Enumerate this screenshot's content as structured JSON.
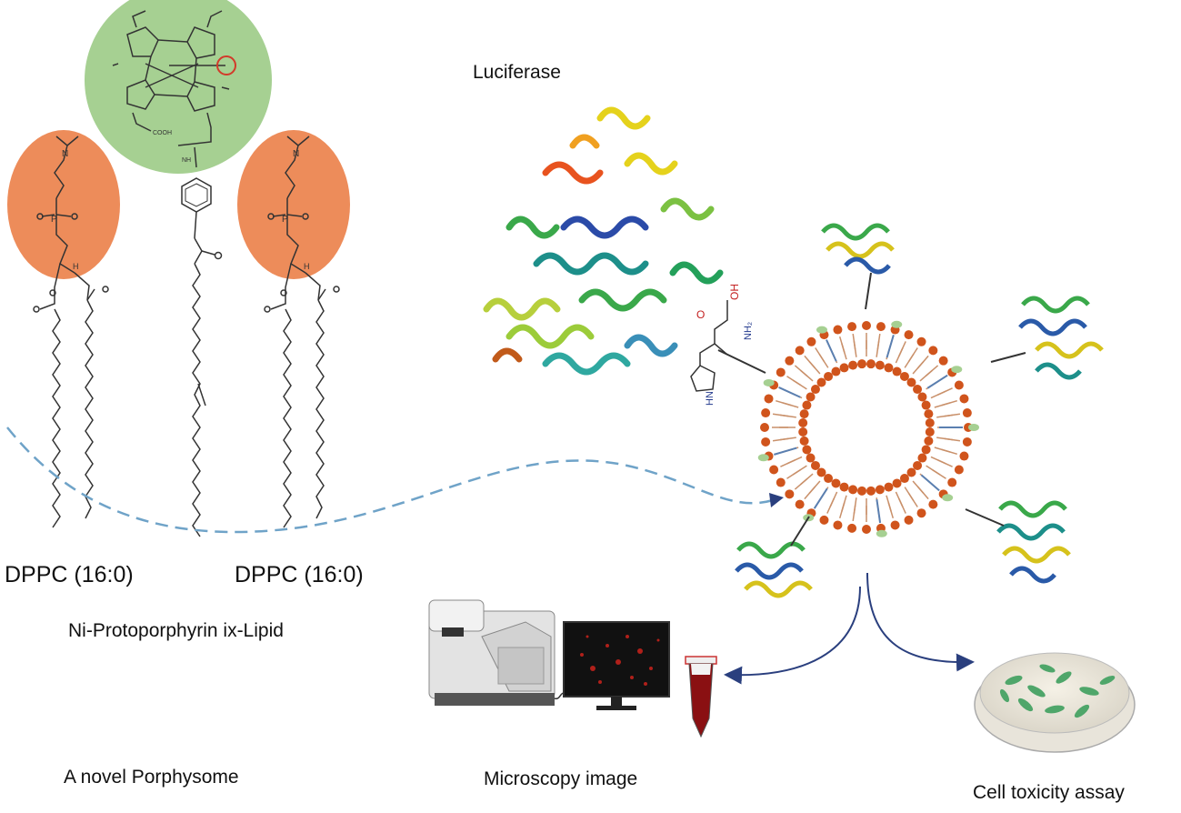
{
  "labels": {
    "luciferase": "Luciferase",
    "dppc_left": "DPPC (16:0)",
    "dppc_right": "DPPC (16:0)",
    "ni_lipid": "Ni-Protoporphyrin ix-Lipid",
    "porphysome": "A novel Porphysome",
    "microscopy": "Microscopy image",
    "toxicity": "Cell toxicity assay"
  },
  "chem_text": {
    "cooh": "COOH",
    "nh": "NH",
    "oh": "OH",
    "nh2": "NH₂",
    "o": "O",
    "p": "P",
    "n": "N",
    "hn": "HN",
    "h": "H"
  },
  "colors": {
    "orange_head": "#ed8c5a",
    "green_head": "#a6d092",
    "dashed_curve": "#6fa3c8",
    "arrow_blue": "#2a3f7e",
    "lipid_head": "#d0541c",
    "tube_liquid": "#8a1012"
  },
  "icons": [
    "microscope-icon",
    "monitor-icon",
    "tube-icon",
    "petri-dish-icon",
    "protein-icon",
    "liposome-icon"
  ]
}
